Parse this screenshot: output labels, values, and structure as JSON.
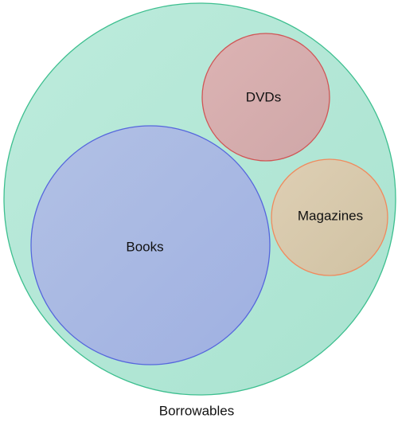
{
  "diagram": {
    "container": {
      "label": "Borrowables",
      "fill": "#b3e8d6",
      "stroke": "#3dbf8f"
    },
    "sets": [
      {
        "key": "books",
        "label": "Books",
        "fill": "#a9b9e3",
        "stroke": "#5566dd"
      },
      {
        "key": "dvds",
        "label": "DVDs",
        "fill": "#d7adae",
        "stroke": "#d05555"
      },
      {
        "key": "magazines",
        "label": "Magazines",
        "fill": "#d9c8ab",
        "stroke": "#f08a5d"
      }
    ]
  }
}
